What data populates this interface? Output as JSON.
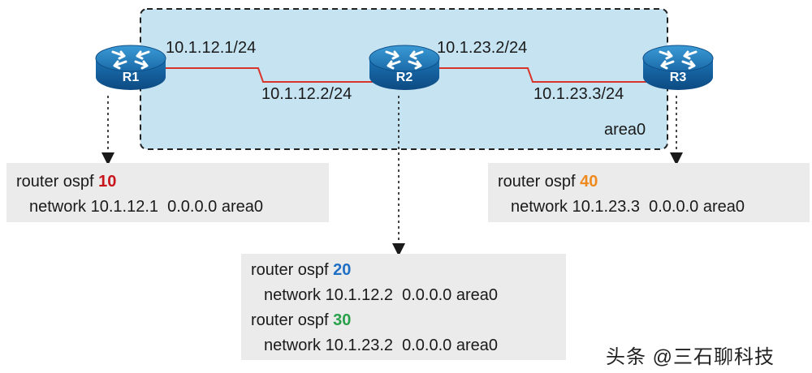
{
  "area": {
    "label": "area0",
    "fill": "#c6e3f1",
    "border": "#222222"
  },
  "routers": [
    {
      "id": "R1",
      "label": "R1"
    },
    {
      "id": "R2",
      "label": "R2"
    },
    {
      "id": "R3",
      "label": "R3"
    }
  ],
  "links": [
    {
      "id": "r1-r2",
      "left_ip": "10.1.12.1/24",
      "right_ip": "10.1.12.2/24",
      "color": "#d9342b"
    },
    {
      "id": "r2-r3",
      "left_ip": "10.1.23.2/24",
      "right_ip": "10.1.23.3/24",
      "color": "#d9342b"
    }
  ],
  "configs": {
    "r1": {
      "lines": [
        {
          "prefix": "router ospf ",
          "pid": "10",
          "pid_color": "#c8151c"
        },
        {
          "text": "network 10.1.12.1  0.0.0.0 area0"
        }
      ]
    },
    "r2": {
      "lines": [
        {
          "prefix": "router ospf ",
          "pid": "20",
          "pid_color": "#1f6fc4"
        },
        {
          "text": "network 10.1.12.2  0.0.0.0 area0"
        },
        {
          "prefix": "router ospf ",
          "pid": "30",
          "pid_color": "#29a04a"
        },
        {
          "text": "network 10.1.23.2  0.0.0.0 area0"
        }
      ]
    },
    "r3": {
      "lines": [
        {
          "prefix": "router ospf ",
          "pid": "40",
          "pid_color": "#ee8a1e"
        },
        {
          "text": "network 10.1.23.3  0.0.0.0 area0"
        }
      ]
    }
  },
  "watermark": "头条 @三石聊科技",
  "icons": {
    "router": "router-icon"
  }
}
